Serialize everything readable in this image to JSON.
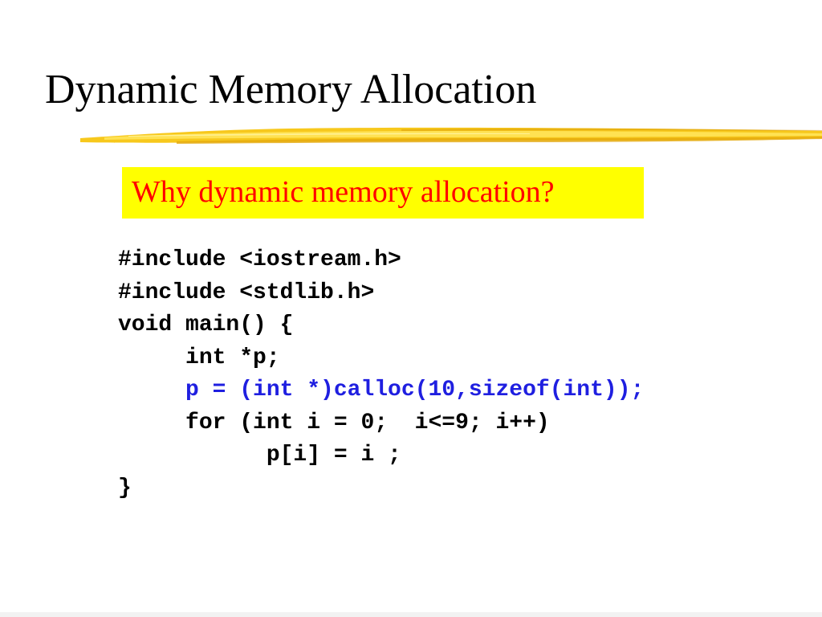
{
  "slide": {
    "title": "Dynamic Memory Allocation",
    "subtitle": "Why dynamic memory allocation?",
    "code_lines": [
      "#include <iostream.h>",
      "#include <stdlib.h>",
      "void main() {",
      "     int *p;",
      "     p = (int *)calloc(10,sizeof(int));",
      "     for (int i = 0;  i<=9; i++)",
      "           p[i] = i ;",
      "}"
    ]
  },
  "colors": {
    "title_text": "#000000",
    "accent_brush": "#f7c81c",
    "subtitle_background": "#ffff00",
    "subtitle_text": "#ff0000",
    "code_text": "#000000",
    "code_highlight": "#1f1fe0"
  }
}
